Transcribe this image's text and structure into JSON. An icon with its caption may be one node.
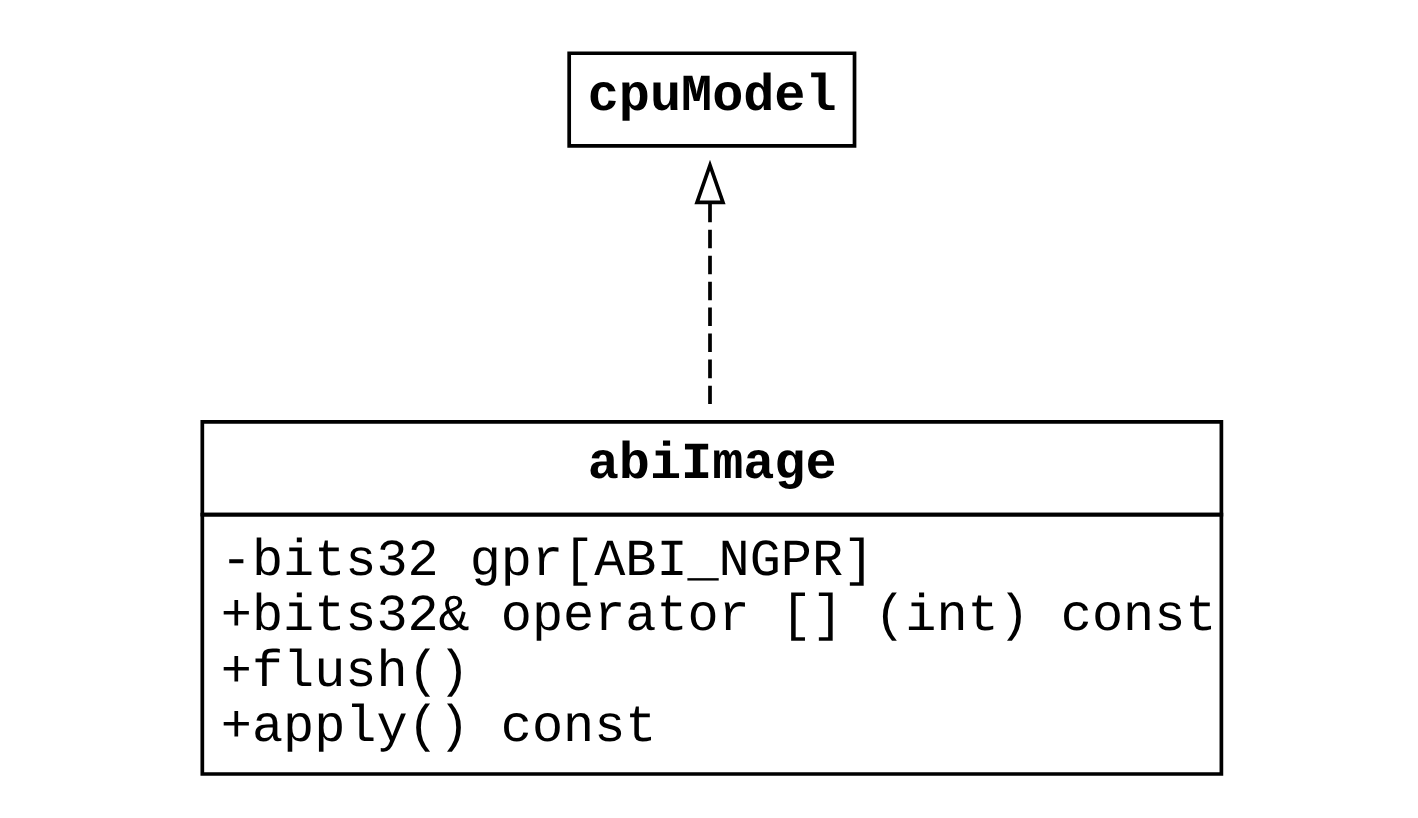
{
  "diagram": {
    "nodes": [
      {
        "text": [
          "abiImage",
          "-bits32 gpr[ABI_NGPR]",
          "+bits32& operator [] (int) const",
          "+flush()",
          "+apply() const"
        ]
      },
      {
        "text": [
          "cpuModel"
        ]
      }
    ],
    "edges": [
      {
        "from": 0,
        "to": 1,
        "arrow": "to",
        "style": "dashed"
      }
    ]
  }
}
